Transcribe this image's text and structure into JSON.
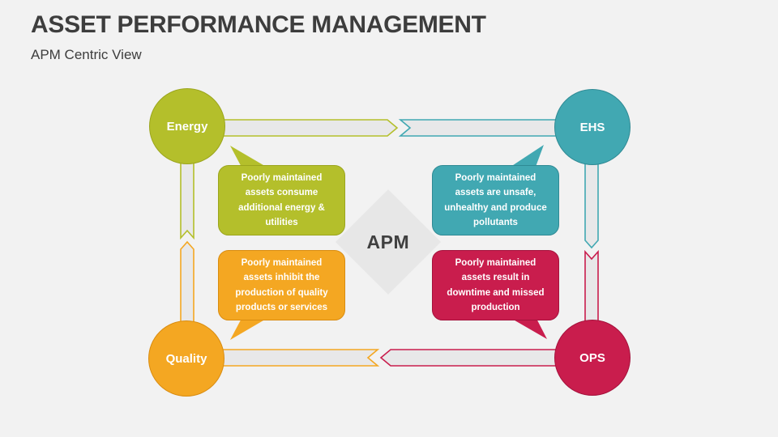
{
  "slide": {
    "title": "ASSET PERFORMANCE MANAGEMENT",
    "subtitle": "APM Centric View"
  },
  "center": {
    "label": "APM"
  },
  "nodes": {
    "energy": {
      "label": "Energy"
    },
    "ehs": {
      "label": "EHS"
    },
    "quality": {
      "label": "Quality"
    },
    "ops": {
      "label": "OPS"
    }
  },
  "callouts": {
    "energy": {
      "text": "Poorly maintained\nassets consume\nadditional energy &\nutilities"
    },
    "ehs": {
      "text": "Poorly maintained\nassets are unsafe,\nunhealthy and produce\npollutants"
    },
    "quality": {
      "text": "Poorly maintained\nassets inhibit the\nproduction of quality\nproducts or services"
    },
    "ops": {
      "text": "Poorly maintained\nassets result in\ndowntime and missed\nproduction"
    }
  },
  "flow": {
    "arrows": [
      {
        "from": "Energy",
        "to": "EHS"
      },
      {
        "from": "EHS",
        "to": "OPS"
      },
      {
        "from": "OPS",
        "to": "Quality"
      },
      {
        "from": "Quality",
        "to": "Energy"
      }
    ]
  },
  "colors": {
    "background": "#f2f2f2",
    "titleText": "#3d3d3d",
    "energy": "#b4bf2b",
    "energyDark": "#9ba51d",
    "ehs": "#41a8b2",
    "ehsDark": "#2f8a94",
    "quality": "#f4a722",
    "qualityDark": "#d98c10",
    "ops": "#c91d4d",
    "opsDark": "#a5123c",
    "arrowFill": "#e8e8e9",
    "diamond": "#e7e7e7",
    "diamondText": "#404040"
  }
}
